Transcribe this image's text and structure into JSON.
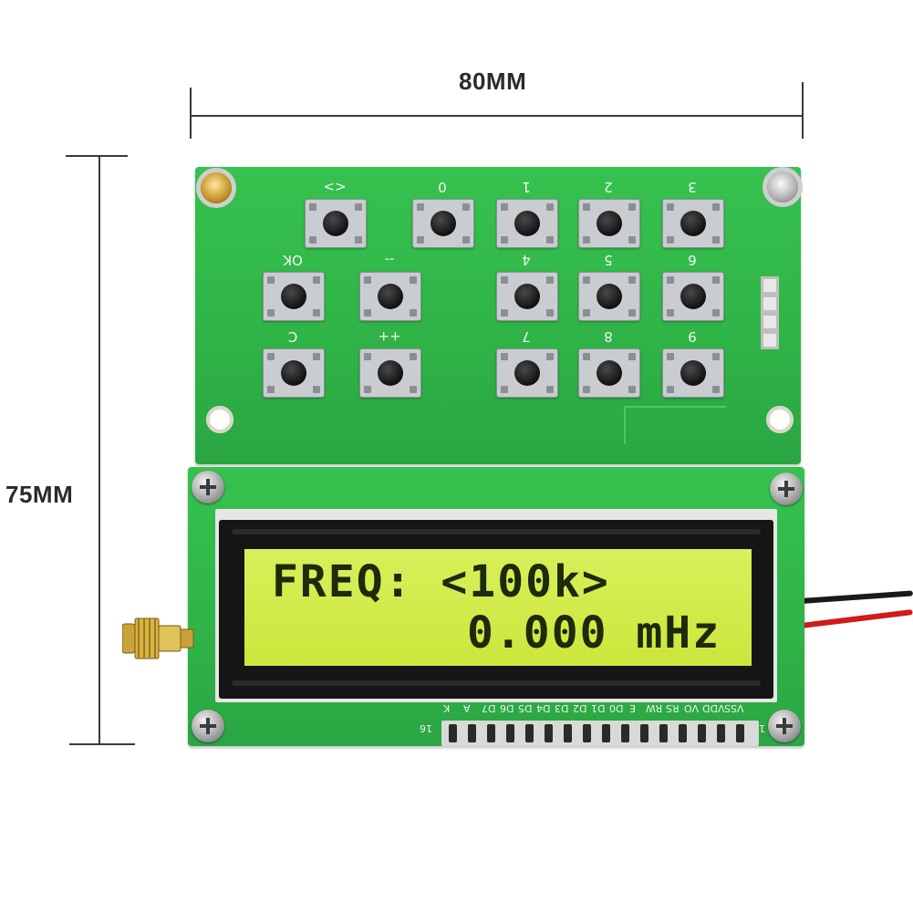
{
  "dimensions": {
    "width_label": "80MM",
    "height_label": "75MM"
  },
  "keypad": {
    "row1": [
      "<>",
      "0",
      "1",
      "2",
      "3"
    ],
    "row2": [
      "OK",
      "--",
      "4",
      "5",
      "6"
    ],
    "row3": [
      "C",
      "++",
      "7",
      "8",
      "9"
    ]
  },
  "lcd": {
    "line1": "FREQ: <100k>",
    "line2": "0.000 mHz"
  },
  "lcd_pins": {
    "labels": [
      "K",
      "A",
      "D7",
      "D6",
      "D5",
      "D4",
      "D3",
      "D2",
      "D1",
      "D0",
      "E",
      "RW",
      "RS",
      "VO",
      "VDD",
      "VSS"
    ],
    "first_pin_label": "1",
    "last_pin_label": "16"
  },
  "colors": {
    "pcb": "#30b548",
    "lcd_backlight": "#cde63c",
    "lcd_text": "#1d2a0c",
    "dimension_text": "#2b2b2b"
  }
}
